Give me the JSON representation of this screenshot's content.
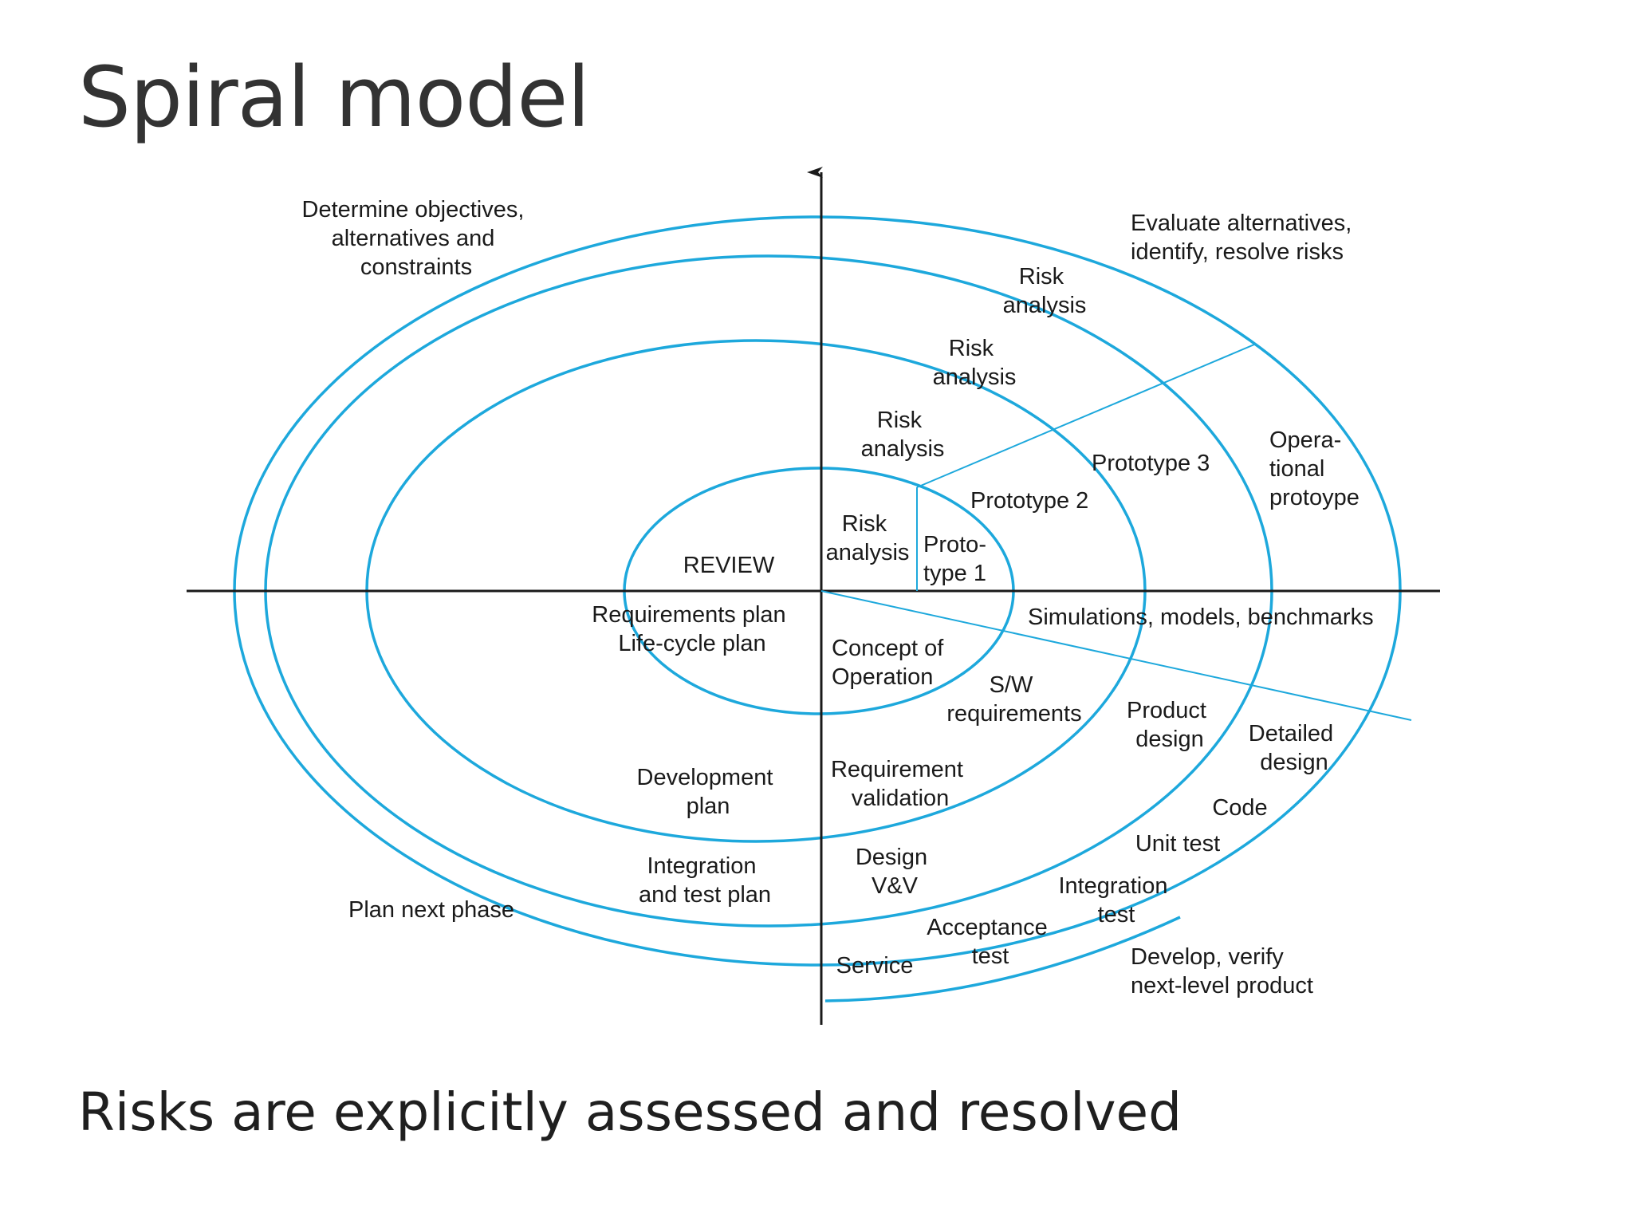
{
  "slide": {
    "title": "Spiral model",
    "subtitle": "Risks are explicitly assessed and resolved"
  },
  "colors": {
    "spiral": "#1da8dc",
    "axis": "#1a1a1a",
    "text": "#333333"
  },
  "diagram": {
    "quadrants": {
      "top_left": [
        "Determine objectives,",
        "alternatives and",
        "constraints"
      ],
      "top_right": [
        "Evaluate alternatives,",
        "identify, resolve risks"
      ],
      "bottom_left": [
        "Plan next phase"
      ],
      "bottom_right": [
        "Develop, verify",
        "next-level product"
      ]
    },
    "risk_analysis": [
      [
        "Risk",
        "analysis"
      ],
      [
        "Risk",
        "analysis"
      ],
      [
        "Risk",
        "analysis"
      ],
      [
        "Risk",
        "analysis"
      ]
    ],
    "prototypes": {
      "p1": [
        "Proto-",
        "type 1"
      ],
      "p2": "Prototype 2",
      "p3": "Prototype 3",
      "operational": [
        "Opera-",
        "tional",
        "protoype"
      ]
    },
    "review": "REVIEW",
    "simulations": "Simulations, models, benchmarks",
    "plans": {
      "requirements": [
        "Requirements plan",
        "Life-cycle plan"
      ],
      "development": [
        "Development",
        "plan"
      ],
      "integration": [
        "Integration",
        "and test plan"
      ]
    },
    "develop_steps": {
      "concept": [
        "Concept of",
        "Operation"
      ],
      "sw_requirements": [
        "S/W",
        "requirements"
      ],
      "product_design": [
        "Product",
        "design"
      ],
      "detailed_design": [
        "Detailed",
        "design"
      ],
      "code": "Code",
      "unit_test": "Unit test",
      "integration_test": [
        "Integration",
        "test"
      ],
      "acceptance_test": [
        "Acceptance",
        "test"
      ],
      "service": "Service",
      "requirement_validation": [
        "Requirement",
        "validation"
      ],
      "design_vv": [
        "Design",
        "V&V"
      ]
    }
  }
}
